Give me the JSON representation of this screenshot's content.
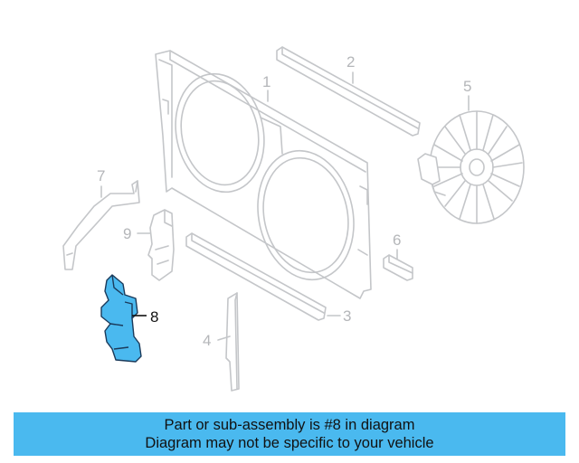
{
  "diagram": {
    "callouts": {
      "c1": "1",
      "c2": "2",
      "c3": "3",
      "c4": "4",
      "c5": "5",
      "c6": "6",
      "c7": "7",
      "c8": "8",
      "c9": "9"
    },
    "highlighted_part": "8",
    "highlight_color": "#4ab9ef",
    "line_color": "#c4c6c9"
  },
  "banner": {
    "line1": "Part or sub-assembly is #8 in diagram",
    "line2": "Diagram may not be specific to your vehicle",
    "background": "#4ab9ef"
  }
}
